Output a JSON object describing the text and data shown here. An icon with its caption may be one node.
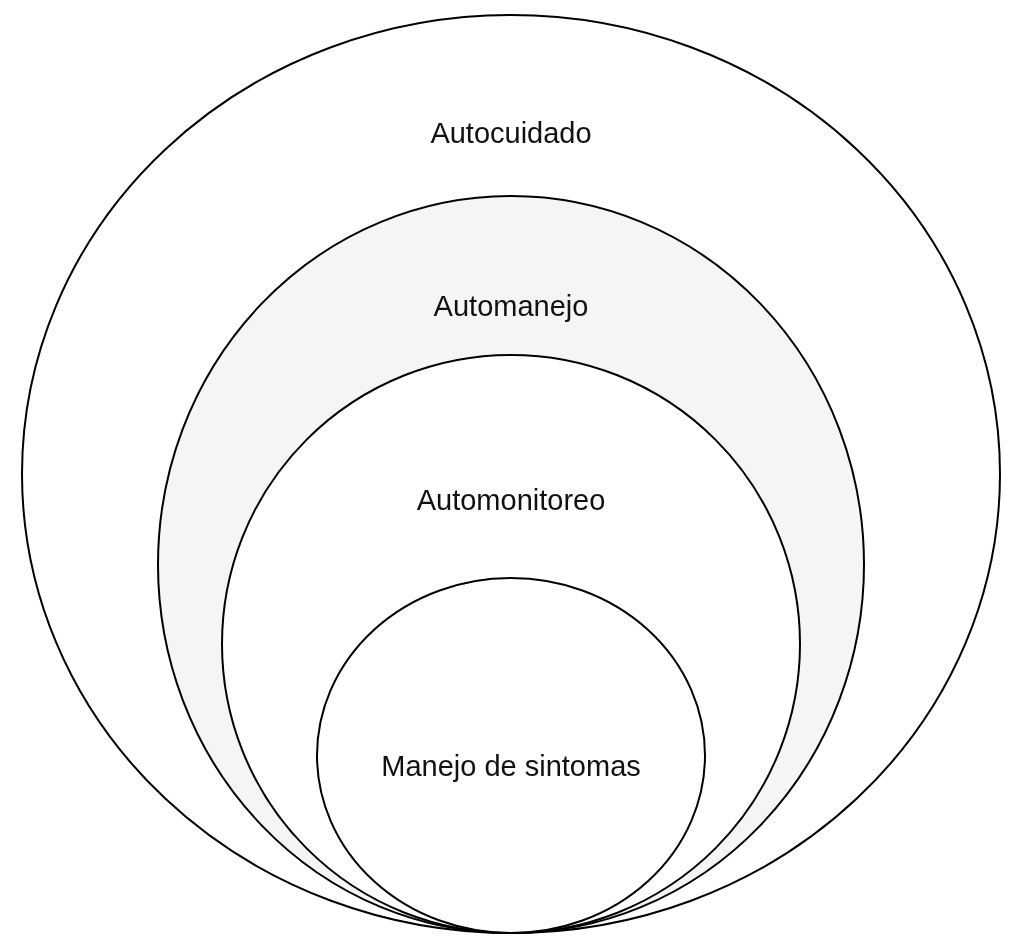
{
  "diagram": {
    "nodes": [
      {
        "text": [
          "Autocuidado"
        ]
      },
      {
        "text": [
          "Automanejo"
        ],
        "in": 0
      },
      {
        "text": [
          "Automonitoreo"
        ],
        "in": 1
      },
      {
        "text": [
          "Manejo de sintomas"
        ],
        "in": 2
      }
    ]
  }
}
